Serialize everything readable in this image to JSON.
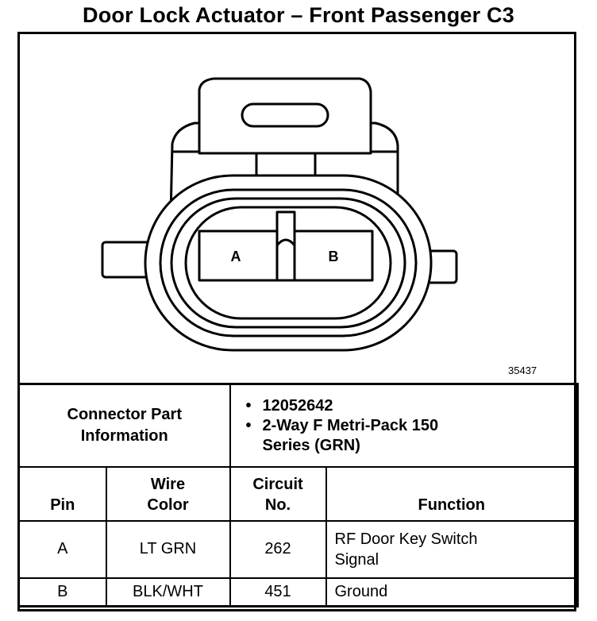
{
  "title": "Door Lock Actuator – Front Passenger C3",
  "figure_number": "35437",
  "pins_on_diagram": [
    "A",
    "B"
  ],
  "connector_info": {
    "label": "Connector Part Information",
    "items": [
      "12052642",
      "2-Way F Metri-Pack 150 Series (GRN)"
    ]
  },
  "table": {
    "headers": {
      "pin": "Pin",
      "wire_color": "Wire Color",
      "circuit": "Circuit No.",
      "function": "Function"
    },
    "rows": [
      {
        "pin": "A",
        "wire_color": "LT GRN",
        "circuit": "262",
        "function": "RF Door Key Switch Signal"
      },
      {
        "pin": "B",
        "wire_color": "BLK/WHT",
        "circuit": "451",
        "function": "Ground"
      }
    ]
  }
}
